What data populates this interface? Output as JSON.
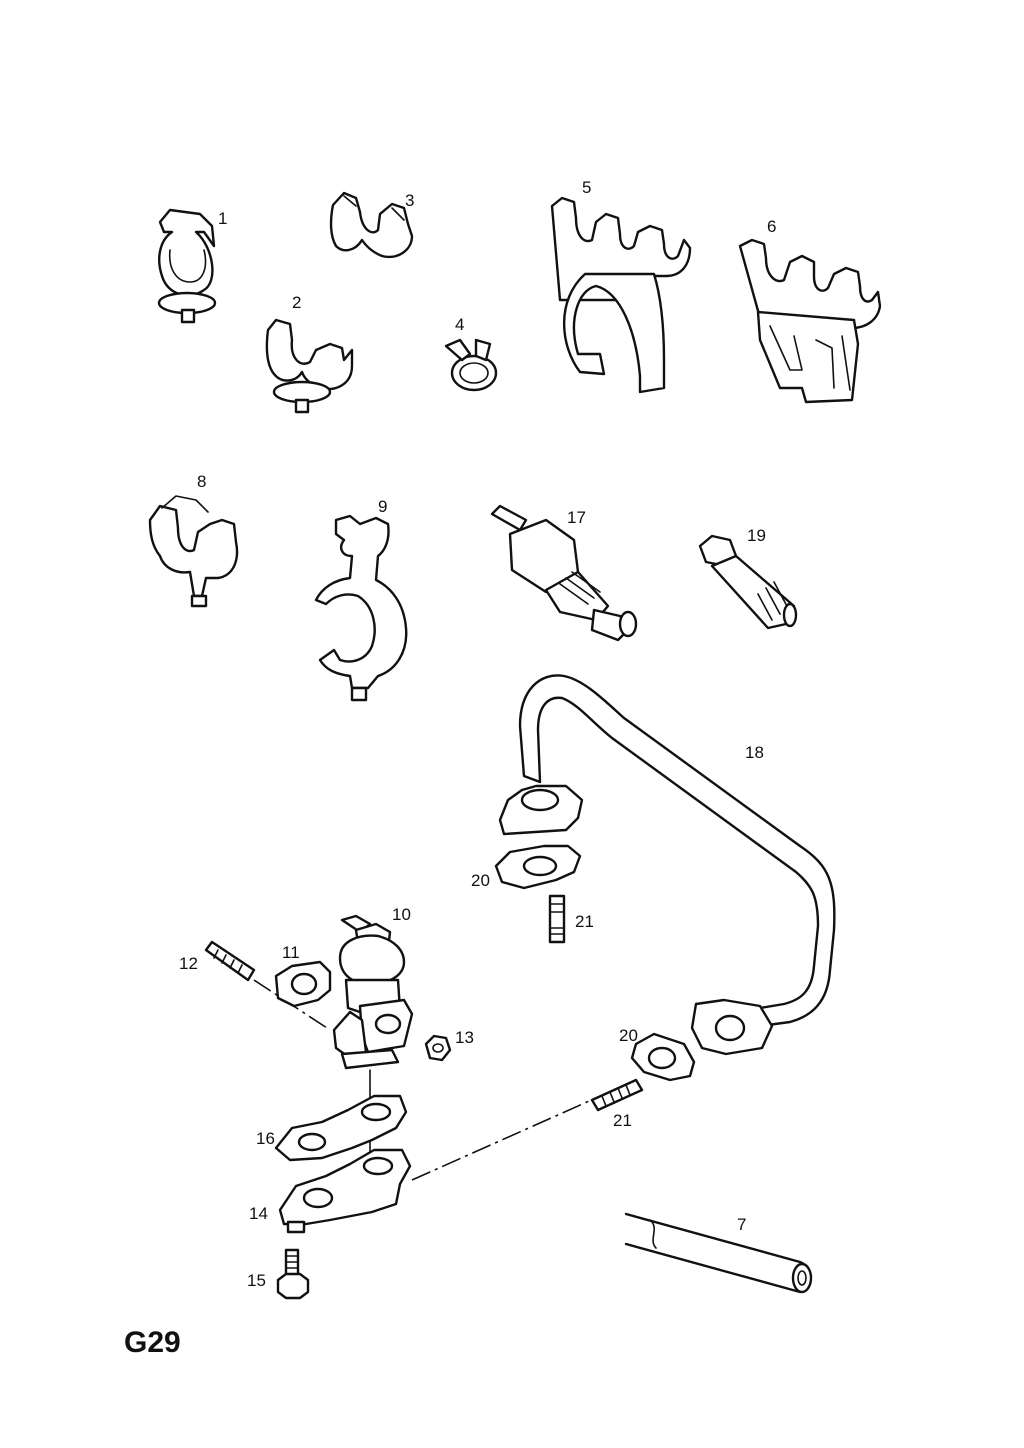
{
  "sheet_code": "G29",
  "callouts": {
    "c1": "1",
    "c2": "2",
    "c3": "3",
    "c4": "4",
    "c5": "5",
    "c6": "6",
    "c7": "7",
    "c8": "8",
    "c9": "9",
    "c10": "10",
    "c11": "11",
    "c12": "12",
    "c13": "13",
    "c14": "14",
    "c15": "15",
    "c16": "16",
    "c17": "17",
    "c18": "18",
    "c19": "19",
    "c20a": "20",
    "c20b": "20",
    "c21a": "21",
    "c21b": "21"
  },
  "icons": {
    "part1": "single-pipe-clip-with-push-pin",
    "part2": "double-pipe-clip-with-push-pin",
    "part3": "double-pipe-clip",
    "part4": "hose-spring-clamp",
    "part5": "quad-pipe-clip-with-hose-saddle",
    "part6": "quad-pipe-clip-with-bracket",
    "part7": "hose-tube",
    "part8": "double-pipe-clip-with-stud",
    "part9": "stacked-hose-clip",
    "part10": "egr-valve",
    "part11": "valve-gasket",
    "part12": "stud-bolt",
    "part13": "hex-nut",
    "part14": "adapter-flange",
    "part15": "hex-bolt",
    "part16": "flange-gasket",
    "part17": "temperature-switch",
    "part18": "egr-pipe",
    "part19": "flange-bolt",
    "part20": "pipe-gasket",
    "part21": "stud"
  }
}
